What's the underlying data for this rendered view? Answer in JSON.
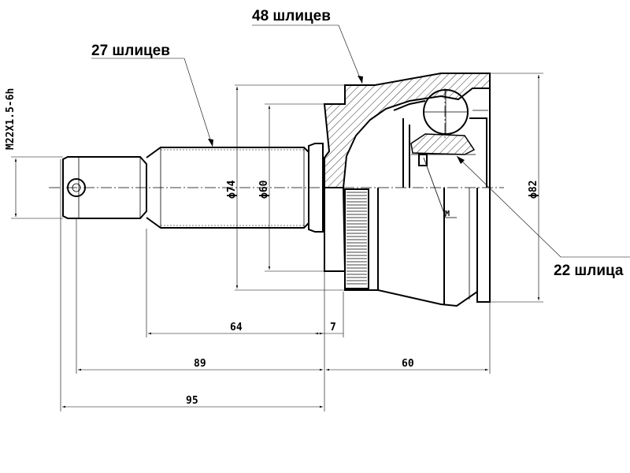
{
  "callouts": {
    "spline_48": "48 шлицев",
    "spline_27": "27 шлицев",
    "spline_22": "22 шлица"
  },
  "thread": "M22X1.5-6h",
  "diameters": {
    "d74": "ϕ74",
    "d60": "ϕ60",
    "d82": "ϕ82"
  },
  "dimensions": {
    "d64": "64",
    "d7": "7",
    "d89": "89",
    "d95": "95",
    "d60": "60"
  },
  "marker": "M"
}
